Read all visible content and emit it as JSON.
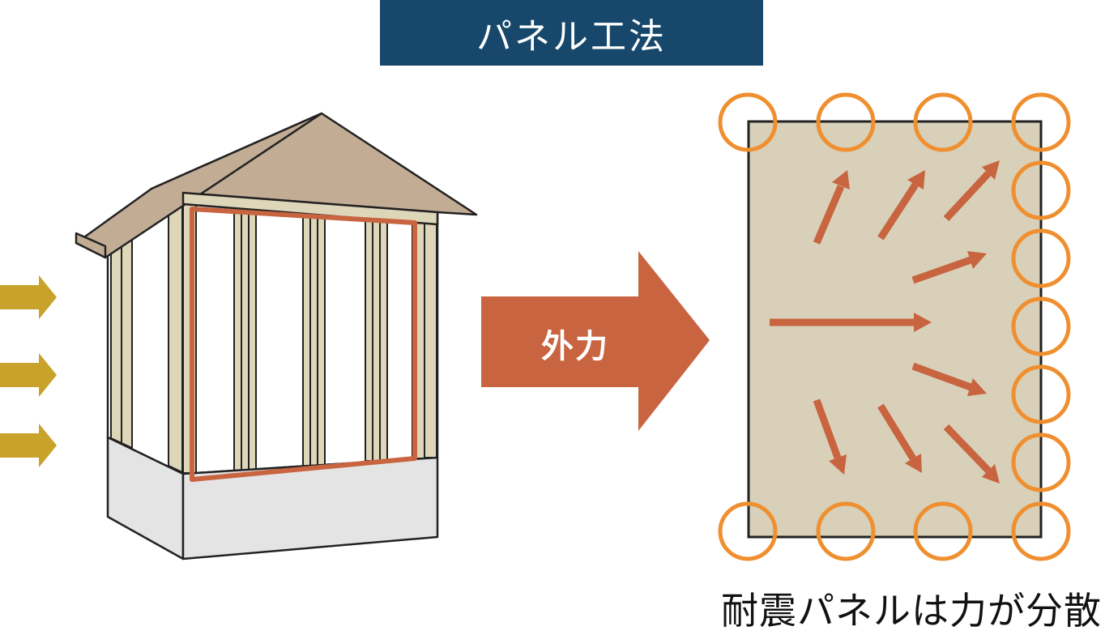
{
  "title": "パネル工法",
  "force_label": "外力",
  "caption": "耐震パネルは力が分散",
  "colors": {
    "banner": "#17486b",
    "external_force_arrow": "#c8643f",
    "incoming_arrows": "#c9a22b",
    "panel_fill": "#d8d0b8",
    "circle_outline": "#ef8f2f",
    "roof": "#c2ac94",
    "stud": "#ded6b9",
    "foundation": "#e4e4e4"
  },
  "icons": [
    "incoming-force-arrow",
    "house-frame",
    "panel-outline",
    "force-dispersion-arrow",
    "joint-circle"
  ]
}
